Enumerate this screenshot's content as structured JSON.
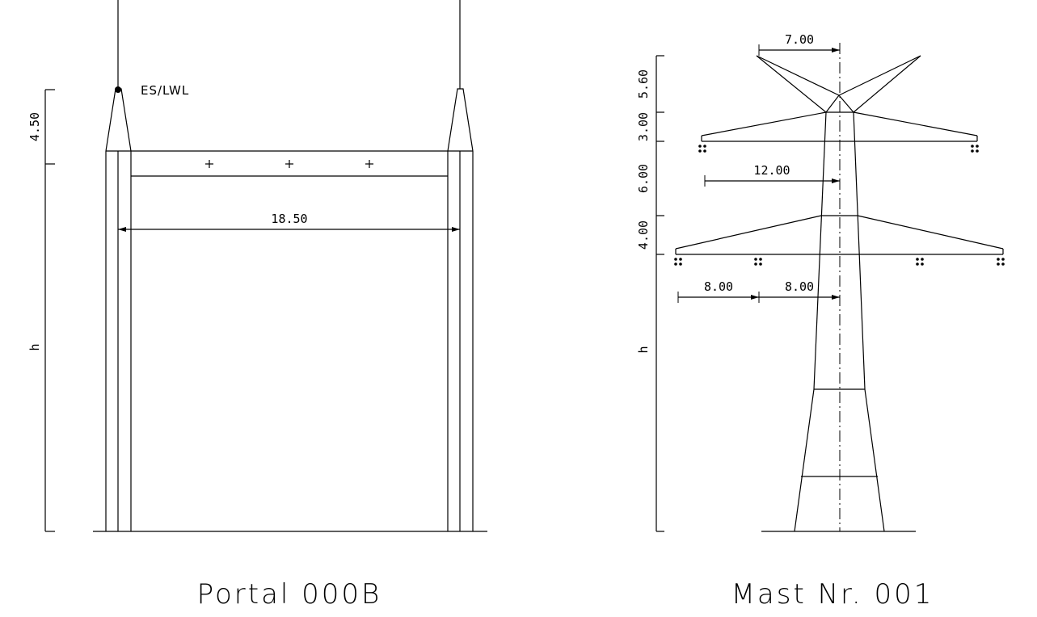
{
  "portal": {
    "title": "Portal 000B",
    "earth_wire_label": "ES/LWL",
    "height_label": "h",
    "top_height": "4.50",
    "span_width": "18.50"
  },
  "mast": {
    "title": "Mast Nr. 001",
    "height_label": "h",
    "levels": {
      "level_top": "5.60",
      "level_upper": "3.00",
      "level_mid": "6.00",
      "level_lower": "4.00"
    },
    "widths": {
      "top_arm": "7.00",
      "upper_arm": "12.00",
      "lower_arm_outer": "8.00",
      "lower_arm_inner": "8.00"
    }
  }
}
